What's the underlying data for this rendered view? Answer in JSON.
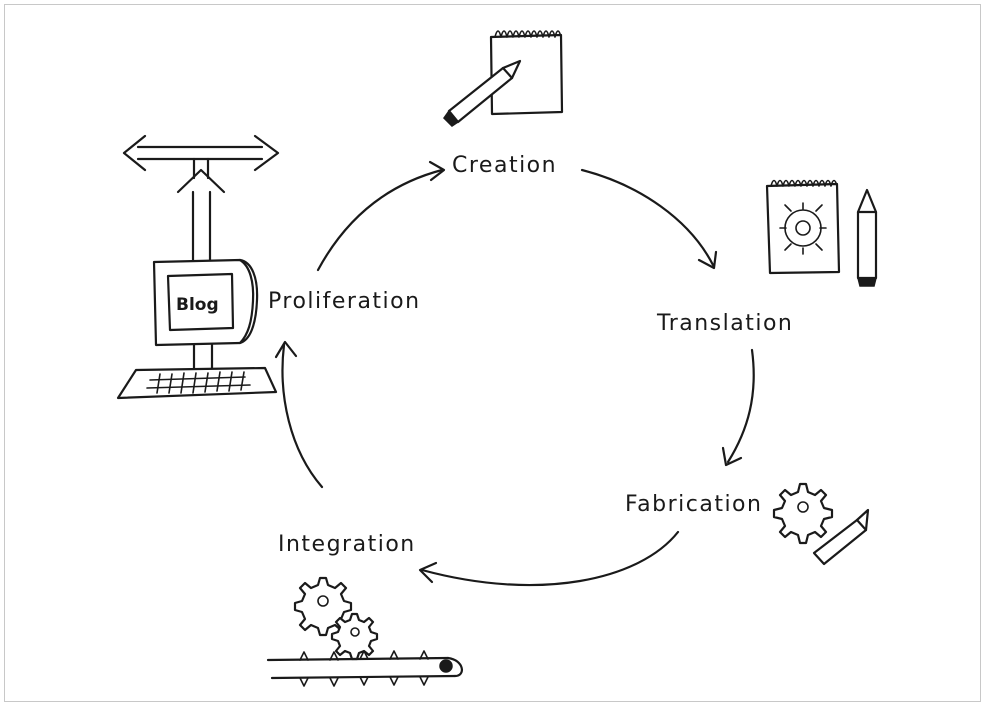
{
  "diagram": {
    "stages": {
      "creation": "Creation",
      "translation": "Translation",
      "fabrication": "Fabrication",
      "integration": "Integration",
      "proliferation": "Proliferation"
    },
    "computer_screen_text": "Blog",
    "icons": {
      "creation": [
        "notepad-icon",
        "pencil-icon"
      ],
      "translation": [
        "sketch-notepad-icon",
        "pencil-icon"
      ],
      "fabrication": [
        "gear-icon",
        "pen-icon"
      ],
      "integration": [
        "gear-icon",
        "gear-icon",
        "conveyor-belt-icon"
      ],
      "proliferation": [
        "computer-icon",
        "keyboard-icon",
        "up-arrow-icon",
        "double-arrow-icon"
      ]
    },
    "ink_color": "#1a1a1a",
    "background_color": "#ffffff"
  }
}
